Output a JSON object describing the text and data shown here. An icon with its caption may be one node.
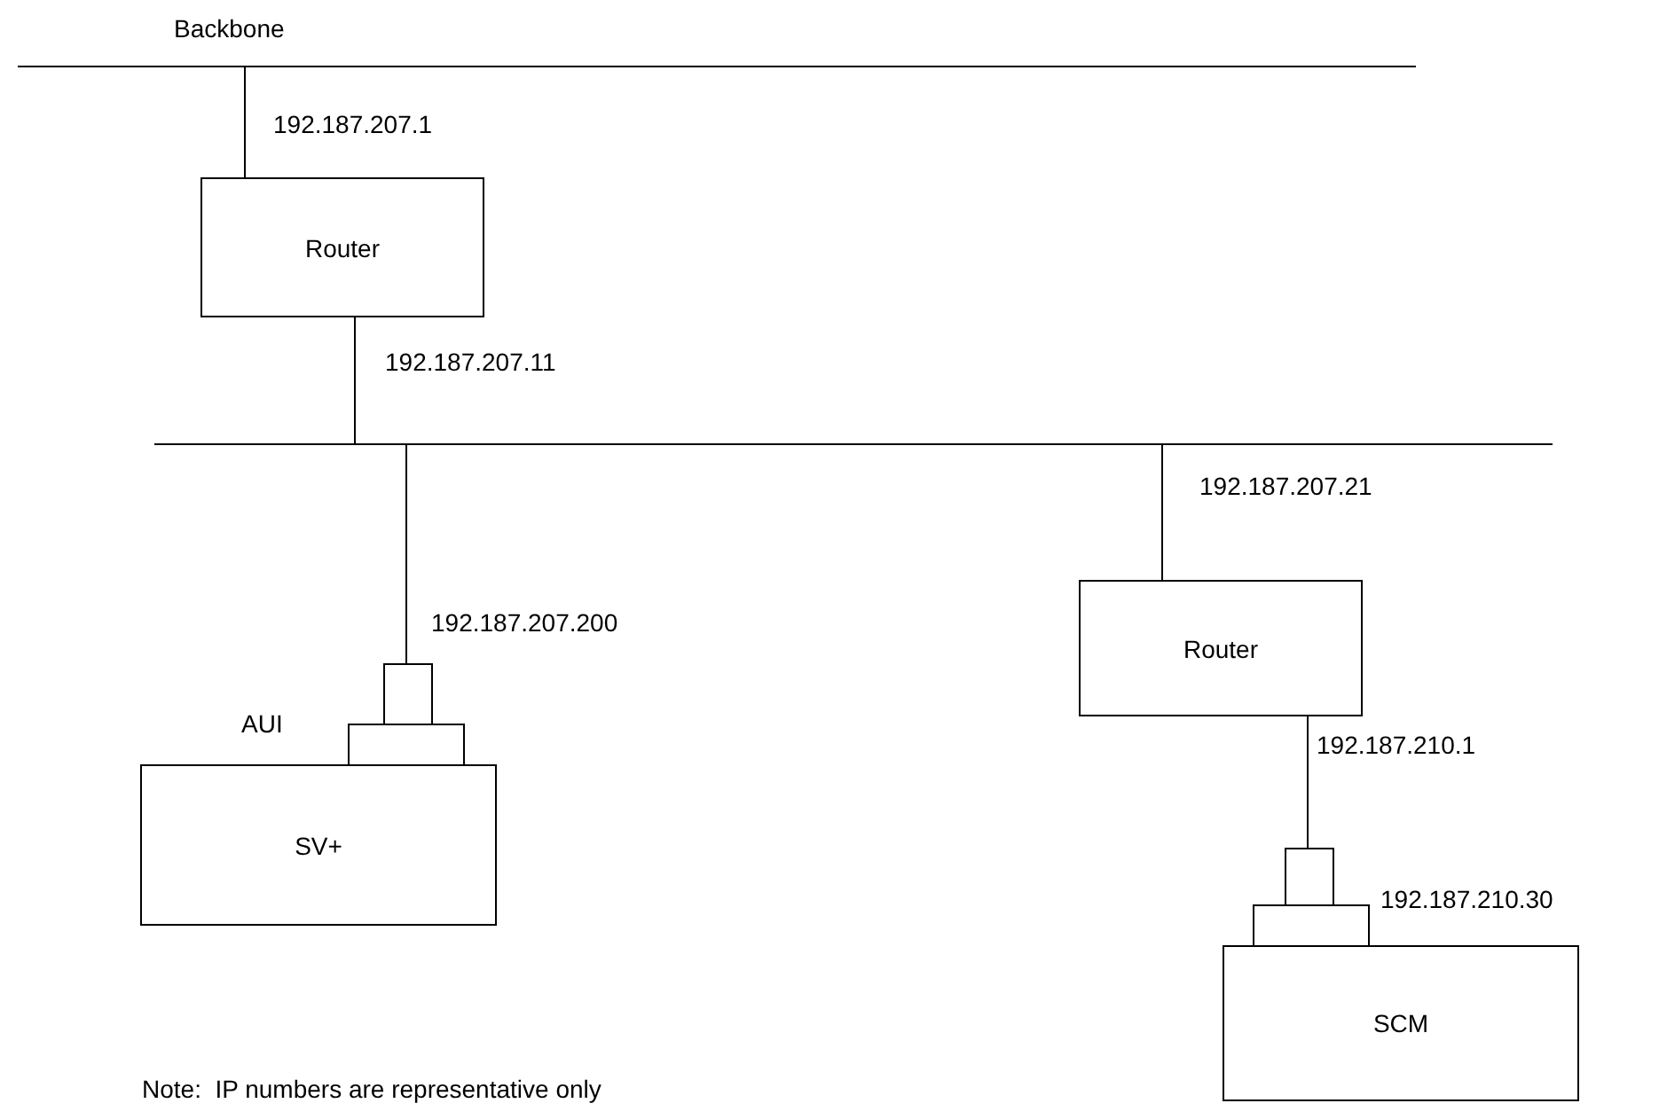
{
  "diagram": {
    "nodes": [
      {
        "text": [
          "Backbone"
        ]
      },
      {
        "text": [
          "Router"
        ]
      },
      {
        "text": [],
        "shape": "bar"
      },
      {
        "text": [],
        "shape": "box"
      },
      {
        "text": [],
        "shape": "box"
      },
      {
        "text": [
          "SV+"
        ]
      },
      {
        "text": [
          "Router"
        ]
      },
      {
        "text": [],
        "shape": "box"
      },
      {
        "text": [],
        "shape": "box",
        "beside": [
          "192.187.210.30"
        ]
      },
      {
        "text": [
          "SCM"
        ]
      }
    ],
    "edges": [
      {
        "from": 0,
        "to": 1,
        "arrow": "none",
        "label": "192.187.207.1"
      },
      {
        "from": 1,
        "to": 2,
        "arrow": "none",
        "label": "192.187.207.11"
      },
      {
        "from": 2,
        "to": 3,
        "arrow": "none",
        "label": "192.187.207.200"
      },
      {
        "from": 2,
        "to": 6,
        "arrow": "none",
        "label": "192.187.207.21"
      },
      {
        "from": 6,
        "to": 7,
        "arrow": "none",
        "label": "192.187.210.1"
      }
    ],
    "labels": [
      "AUI",
      "Note:  IP numbers are representative only"
    ]
  }
}
